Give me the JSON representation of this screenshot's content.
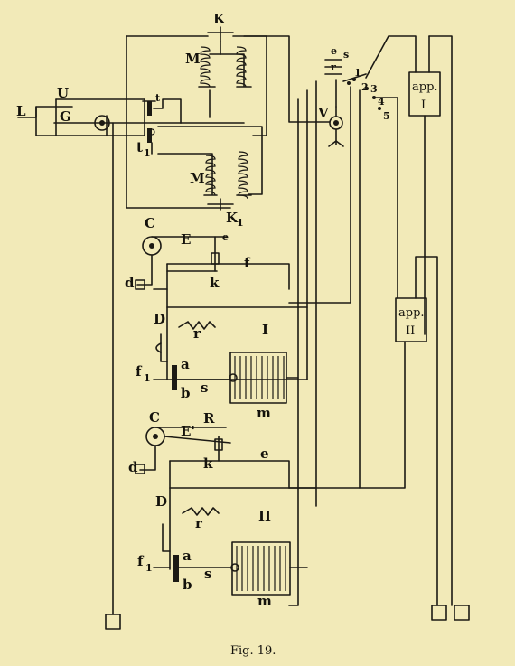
{
  "labels": {
    "K": "K",
    "M_top": "M",
    "M_bot": "M",
    "K1": "K",
    "K1_sub": "1",
    "L": "L",
    "U": "U",
    "G": "G",
    "t": "t",
    "t1": "t",
    "t1_sub": "1",
    "V": "V",
    "e": "e",
    "s": "s",
    "r": "r",
    "n1": "1",
    "n2": "2",
    "n3": "3",
    "n4": "4",
    "n5": "5",
    "C1": "C",
    "E1": "E",
    "e1": "e",
    "f1": "f",
    "d1": "d",
    "k1": "k",
    "D1": "D",
    "r1": "r",
    "I1": "I",
    "a1": "a",
    "b1": "b",
    "s1": "s",
    "f1_1": "f",
    "f1_1_sub": "1",
    "m1": "m",
    "C2": "C",
    "E2": "E'",
    "R2": "R",
    "e2": "e",
    "k2": "k",
    "d2": "d",
    "D2": "D",
    "r2": "r",
    "II2": "II",
    "a2": "a",
    "b2": "b",
    "s2": "s",
    "f1_2": "f",
    "f1_2_sub": "1",
    "m2": "m"
  },
  "appI": {
    "line1": "app.",
    "line2": "I"
  },
  "appII": {
    "line1": "app.",
    "line2": "II"
  },
  "caption": "Fig. 19."
}
